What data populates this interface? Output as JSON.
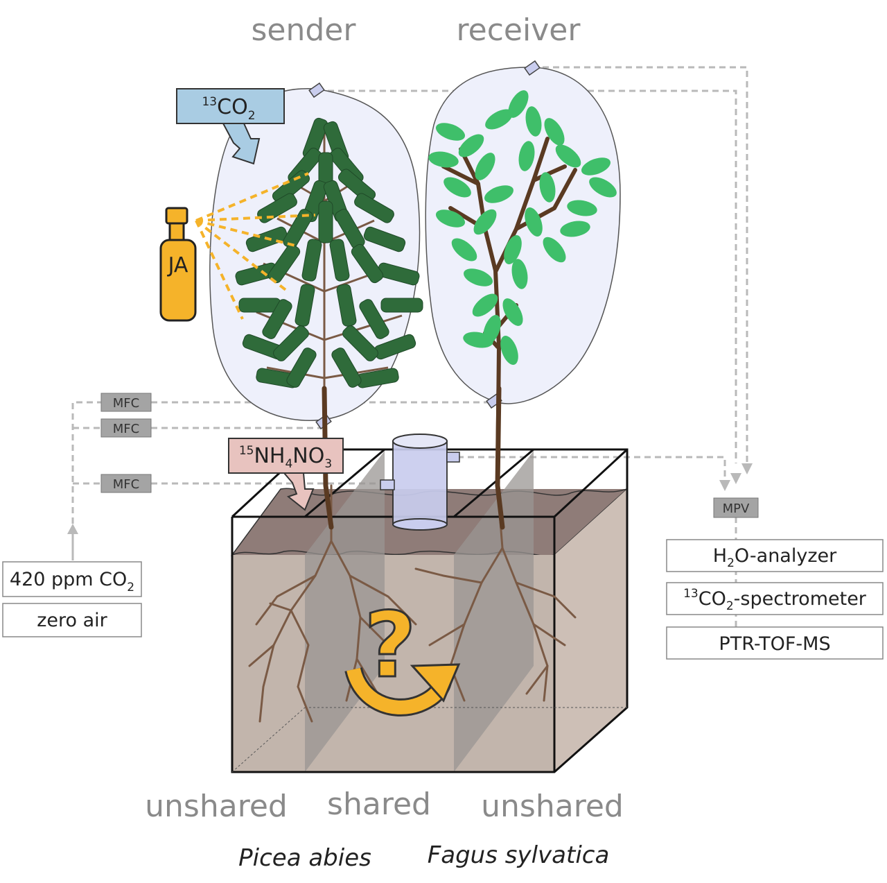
{
  "headers": {
    "sender": "sender",
    "receiver": "receiver"
  },
  "labels": {
    "co2_pulse": {
      "sup": "13",
      "main": "CO",
      "sub": "2"
    },
    "ja": "JA",
    "nitrogen": {
      "sup": "15",
      "a": "NH",
      "sub1": "4",
      "b": "NO",
      "sub2": "3"
    },
    "mfc": [
      "MFC",
      "MFC",
      "MFC"
    ],
    "mpv": "MPV",
    "question": "?"
  },
  "gas_inputs": {
    "co2": {
      "main": "420 ppm CO",
      "sub": "2"
    },
    "zero_air": "zero air"
  },
  "analyzers": {
    "h2o": {
      "a": "H",
      "sub": "2",
      "b": "O-analyzer"
    },
    "co2": {
      "sup": "13",
      "a": "CO",
      "sub": "2",
      "b": "-spectrometer"
    },
    "ptr": "PTR-TOF-MS"
  },
  "compartments": [
    "unshared",
    "shared",
    "unshared"
  ],
  "species": [
    "Picea abies",
    "Fagus sylvatica"
  ],
  "colors": {
    "spruce_needle": "#2f6b3a",
    "beech_leaf": "#3fbf6a",
    "stem": "#5a3a22",
    "root": "#7a5a45",
    "soil_top": "#8f7c78",
    "soil_side": "#c2b5ac",
    "divider": "#9a9693",
    "chamber": "#eef0fb",
    "ja_bottle": "#f5b32a",
    "arrow_yellow": "#f5b32a",
    "co2_box": "#a9cce3",
    "n_box": "#e8c3bf",
    "cylinder": "#c9cdee",
    "gray_box": "#a4a4a4"
  }
}
